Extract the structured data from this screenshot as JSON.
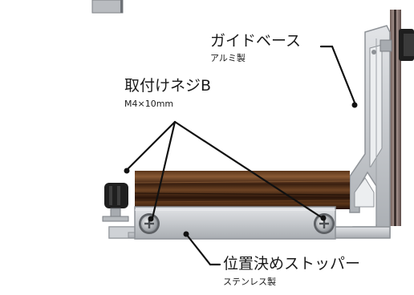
{
  "labels": {
    "guide_base": {
      "name": "ガイドベース",
      "material": "アルミ製"
    },
    "mounting_screw": {
      "name": "取付けネジB",
      "spec": "M4×10mm"
    },
    "positioning_stopper": {
      "name": "位置決めストッパー",
      "material": "ステンレス製"
    }
  },
  "colors": {
    "aluminum": "#c9ccd0",
    "aluminum_edge": "#8e9297",
    "wood_dark": "#3a1f10",
    "wood_light": "#8a5a34",
    "leader": "#111111",
    "knob": "#222222"
  }
}
